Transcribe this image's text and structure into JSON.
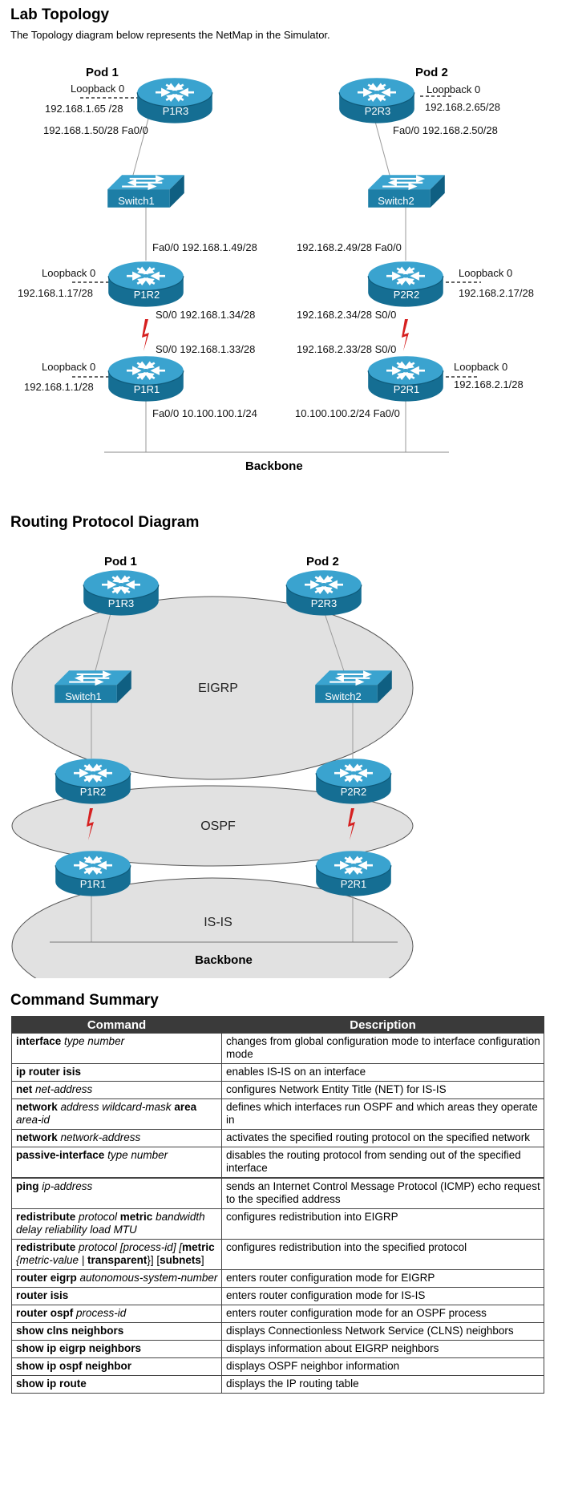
{
  "lab": {
    "title": "Lab Topology",
    "subtitle": "The Topology diagram below represents the NetMap in the Simulator."
  },
  "topo": {
    "pod1": "Pod 1",
    "pod2": "Pod 2",
    "routers": {
      "p1r3": "P1R3",
      "p1r2": "P1R2",
      "p1r1": "P1R1",
      "p2r3": "P2R3",
      "p2r2": "P2R2",
      "p2r1": "P2R1"
    },
    "switches": {
      "s1": "Switch1",
      "s2": "Switch2"
    },
    "labels": {
      "p1r3_lo": "Loopback 0",
      "p1r3_lo_ip": "192.168.1.65 /28",
      "p1r3_fa": "192.168.1.50/28  Fa0/0",
      "p2r3_lo": "Loopback 0",
      "p2r3_lo_ip": "192.168.2.65/28",
      "p2r3_fa": "Fa0/0  192.168.2.50/28",
      "p1r2_fa": "Fa0/0  192.168.1.49/28",
      "p2r2_fa": "192.168.2.49/28  Fa0/0",
      "p1r2_lo": "Loopback 0",
      "p1r2_lo_ip": "192.168.1.17/28",
      "p2r2_lo": "Loopback 0",
      "p2r2_lo_ip": "192.168.2.17/28",
      "p1r2_s0": "S0/0  192.168.1.34/28",
      "p2r2_s0": "192.168.2.34/28  S0/0",
      "p1r1_s0": "S0/0  192.168.1.33/28",
      "p2r1_s0": "192.168.2.33/28  S0/0",
      "p1r1_lo": "Loopback 0",
      "p1r1_lo_ip": "192.168.1.1/28",
      "p2r1_lo": "Loopback 0",
      "p2r1_lo_ip": "192.168.2.1/28",
      "p1r1_fa": "Fa0/0  10.100.100.1/24",
      "p2r1_fa": "10.100.100.2/24  Fa0/0",
      "backbone": "Backbone"
    }
  },
  "rpd": {
    "title": "Routing Protocol Diagram",
    "pod1": "Pod 1",
    "pod2": "Pod 2",
    "eigrp": "EIGRP",
    "ospf": "OSPF",
    "isis": "IS-IS",
    "backbone": "Backbone",
    "routers": {
      "p1r3": "P1R3",
      "p1r2": "P1R2",
      "p1r1": "P1R1",
      "p2r3": "P2R3",
      "p2r2": "P2R2",
      "p2r1": "P2R1"
    },
    "switches": {
      "s1": "Switch1",
      "s2": "Switch2"
    }
  },
  "cmd": {
    "title": "Command Summary",
    "header": {
      "command": "Command",
      "description": "Description"
    },
    "rows": [
      {
        "b1": "interface",
        "i1": " type number",
        "desc": "changes from global configuration mode to interface configuration mode"
      },
      {
        "b1": "ip router isis",
        "desc": "enables IS-IS on an interface"
      },
      {
        "b1": "net",
        "i1": " net-address",
        "desc": "configures Network Entity Title (NET) for IS-IS"
      },
      {
        "b1": "network",
        "i1": " address wildcard-mask",
        "b2": " area",
        "i2": " area-id",
        "desc": "defines which interfaces run OSPF and which areas they operate in"
      },
      {
        "b1": "network",
        "i1": " network-address",
        "desc": "activates the specified routing protocol on the specified network"
      },
      {
        "b1": "passive-interface",
        "i1": " type number",
        "desc": "disables the routing protocol from sending out of the specified interface"
      },
      {
        "b1": "ping",
        "i1": " ip-address",
        "desc": "sends an Internet Control Message Protocol (ICMP) echo request to the specified address"
      },
      {
        "b1": "redistribute",
        "i1": " protocol",
        "b2": " metric",
        "i2": " bandwidth delay reliability load MTU",
        "desc": "configures redistribution into EIGRP"
      },
      {
        "b1": "redistribute",
        "t1": " protocol [process-id] [",
        "b2": "metric",
        "t2": " {metric-value | ",
        "b3": "transparent",
        "t3": "}] [",
        "b4": "subnets",
        "t4": "]",
        "desc": "configures redistribution into the specified protocol"
      },
      {
        "b1": "router eigrp",
        "i1": " autonomous-system-number",
        "desc": "enters router configuration mode for EIGRP"
      },
      {
        "b1": "router isis",
        "desc": "enters router configuration mode for IS-IS"
      },
      {
        "b1": "router ospf",
        "i1": " process-id",
        "desc": "enters router configuration mode for an OSPF process"
      },
      {
        "b1": "show clns neighbors",
        "desc": "displays Connectionless Network Service (CLNS) neighbors"
      },
      {
        "b1": "show ip eigrp neighbors",
        "desc": "displays information about EIGRP neighbors"
      },
      {
        "b1": "show ip ospf neighbor",
        "desc": "displays OSPF neighbor information"
      },
      {
        "b1": "show ip route",
        "desc": "displays the IP routing table"
      }
    ]
  },
  "colors": {
    "router": "#1d7ea6",
    "router_top": "#3aa3cf",
    "serial": "#d62020",
    "oval": "#e1e1e1",
    "header": "#3a3a3a"
  }
}
